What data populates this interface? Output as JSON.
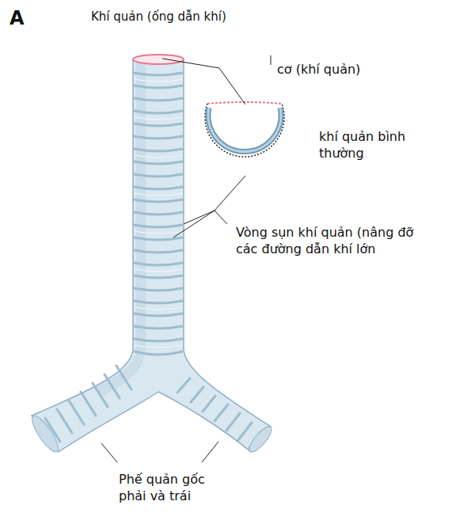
{
  "diagram": {
    "title": "Khí quản (ống dẫn khí)",
    "labels": [
      "A",
      "cơ (khí quản)",
      "khí quản bình thường",
      "Vòng sụn khí quản (nâng đỡ các đường dẫn khí lớn",
      "Phế quản gốc phải và trái"
    ]
  }
}
